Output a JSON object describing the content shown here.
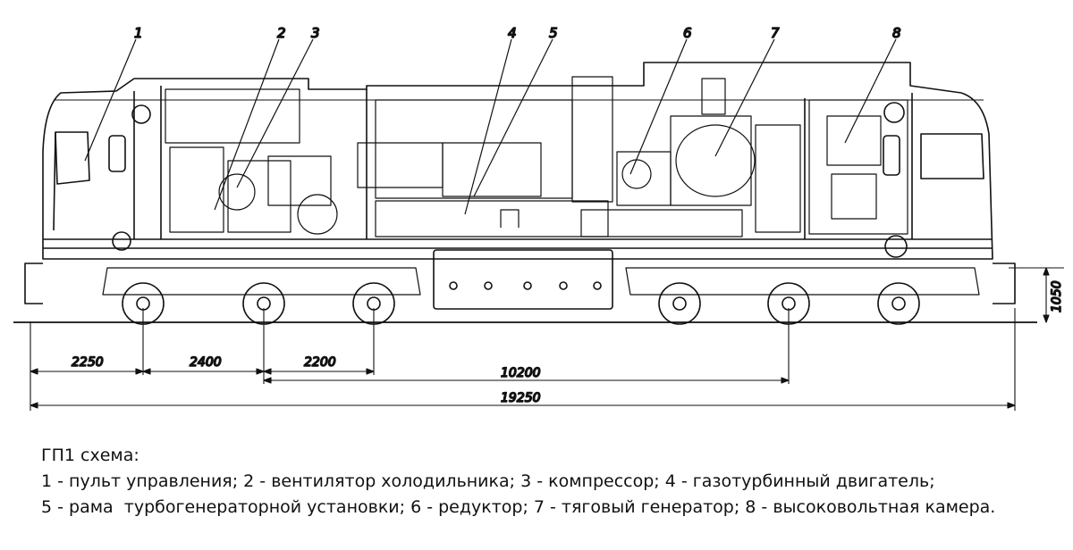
{
  "callouts": [
    "1",
    "2",
    "3",
    "4",
    "5",
    "6",
    "7",
    "8"
  ],
  "dimensions": {
    "d2250": "2250",
    "d2400": "2400",
    "d2200": "2200",
    "d10200": "10200",
    "d19250": "19250",
    "d1050": "1050"
  },
  "legend": {
    "title": "ГП1 схема:",
    "line1": "1 - пульт управления; 2 - вентилятор холодильника; 3 - компрессор; 4 - газотурбинный двигатель;",
    "line2": "5 - рама  турбогенераторной установки; 6 - редуктор; 7 - тяговый генератор; 8 - высоковольтная камера."
  }
}
